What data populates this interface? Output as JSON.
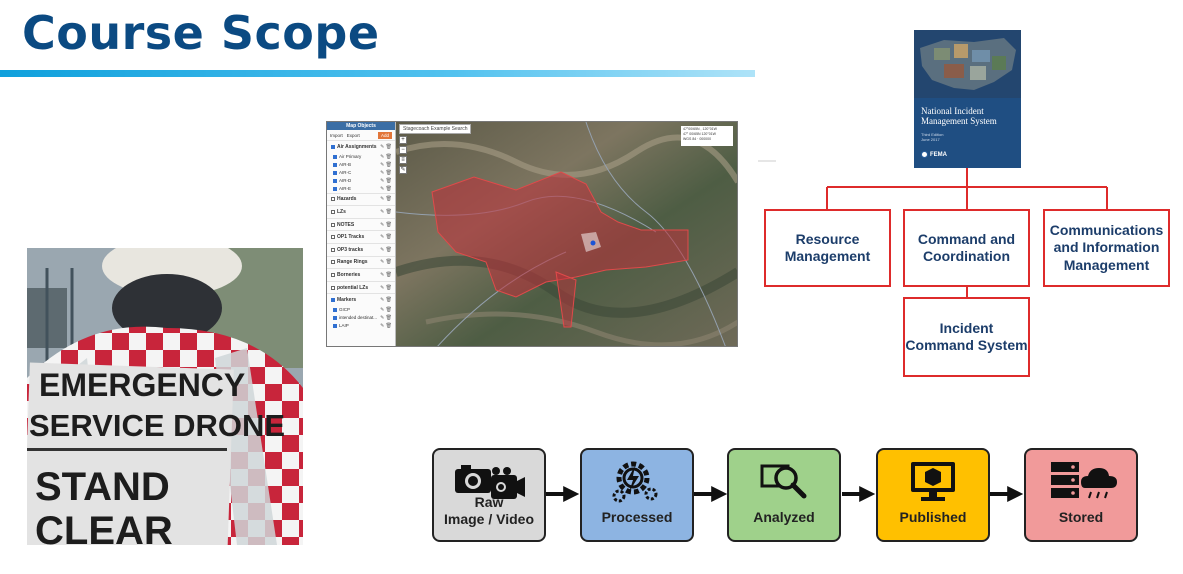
{
  "slide": {
    "title": "Course Scope"
  },
  "photo": {
    "vest_line1": "EMERGENCY",
    "vest_line2": "SERVICE DRONE",
    "vest_line3": "STAND",
    "vest_line4": "CLEAR"
  },
  "map_app": {
    "panel_title": "Map Objects",
    "import_label": "Import",
    "export_label": "Export",
    "add_label": "Add",
    "search_label": "Stagecoach Example Search",
    "coords": [
      "47°00/65N , 120°01W",
      "47° 00/65N 120°01W",
      "WGS 84 · 000000"
    ],
    "layers": [
      {
        "label": "Air Assignments",
        "checked": true,
        "group": true
      },
      {
        "label": "Air Primary",
        "checked": true,
        "sub": true
      },
      {
        "label": "AIR-B",
        "checked": true,
        "sub": true
      },
      {
        "label": "AIR-C",
        "checked": true,
        "sub": true
      },
      {
        "label": "AIR-D",
        "checked": true,
        "sub": true
      },
      {
        "label": "AIR-E",
        "checked": true,
        "sub": true
      },
      {
        "label": "Hazards",
        "checked": false,
        "group": true
      },
      {
        "label": "LZs",
        "checked": false,
        "group": true
      },
      {
        "label": "NOTES",
        "checked": false,
        "group": true
      },
      {
        "label": "OP1 Tracks",
        "checked": false,
        "group": true
      },
      {
        "label": "OP3 tracks",
        "checked": false,
        "group": true
      },
      {
        "label": "Range Rings",
        "checked": false,
        "group": true
      },
      {
        "label": "Borneries",
        "checked": false,
        "group": true
      },
      {
        "label": "potential LZs",
        "checked": false,
        "group": true
      },
      {
        "label": "Markers",
        "checked": true,
        "group": true
      },
      {
        "label": "GICP",
        "checked": true,
        "sub": true
      },
      {
        "label": "intended destinat...",
        "checked": true,
        "sub": true
      },
      {
        "label": "LAIP",
        "checked": true,
        "sub": true
      }
    ]
  },
  "nims": {
    "cover_title": "National Incident Management System",
    "cover_edition": "Third Edition",
    "cover_date": "June 2017",
    "fema_label": "FEMA",
    "boxes": [
      {
        "id": "resource",
        "label": "Resource Management"
      },
      {
        "id": "command",
        "label": "Command and Coordination"
      },
      {
        "id": "communications",
        "label": "Communications and Information Management"
      },
      {
        "id": "ics",
        "label": "Incident Command System"
      }
    ]
  },
  "workflow": {
    "steps": [
      {
        "label": "Raw Image / Video",
        "color": "#d9d9d9",
        "icon": "camera-video-icon"
      },
      {
        "label": "Processed",
        "color": "#8db4e2",
        "icon": "gear-lightning-icon"
      },
      {
        "label": "Analyzed",
        "color": "#9fd18b",
        "icon": "magnifier-icon"
      },
      {
        "label": "Published",
        "color": "#ffc000",
        "icon": "monitor-box-icon"
      },
      {
        "label": "Stored",
        "color": "#f19a9a",
        "icon": "server-cloud-icon"
      }
    ]
  }
}
